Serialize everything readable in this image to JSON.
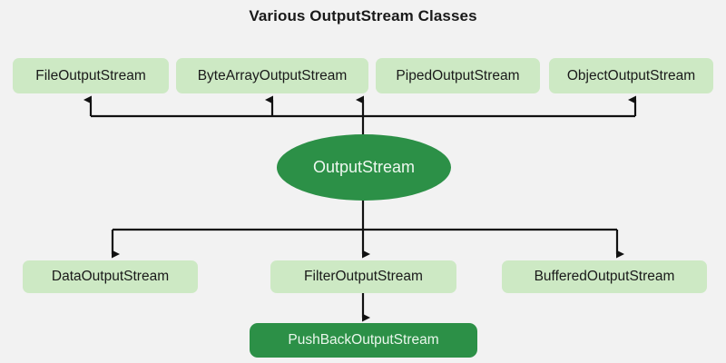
{
  "title": "Various OutputStream Classes",
  "colors": {
    "background": "#f2f2f2",
    "node_fill": "#cde9c4",
    "node_text": "#1a1a1a",
    "accent_fill": "#2c9047",
    "accent_text": "#eef8f0",
    "edge": "#111111",
    "title_text": "#1a1a1a"
  },
  "diagram": {
    "type": "class-hierarchy",
    "root": {
      "label": "OutputStream",
      "shape": "ellipse",
      "style": "accent"
    },
    "subclasses_above": [
      {
        "label": "FileOutputStream",
        "arrow": "up"
      },
      {
        "label": "ByteArrayOutputStream",
        "arrow": "up"
      },
      {
        "label": "PipedOutputStream",
        "arrow": "up"
      },
      {
        "label": "ObjectOutputStream",
        "arrow": "up"
      }
    ],
    "subclasses_below": [
      {
        "label": "DataOutputStream",
        "arrow": "down"
      },
      {
        "label": "FilterOutputStream",
        "arrow": "down"
      },
      {
        "label": "BufferedOutputStream",
        "arrow": "down"
      }
    ],
    "leaf": {
      "label": "PushBackOutputStream",
      "parent": "FilterOutputStream",
      "style": "accent",
      "arrow": "down"
    }
  }
}
